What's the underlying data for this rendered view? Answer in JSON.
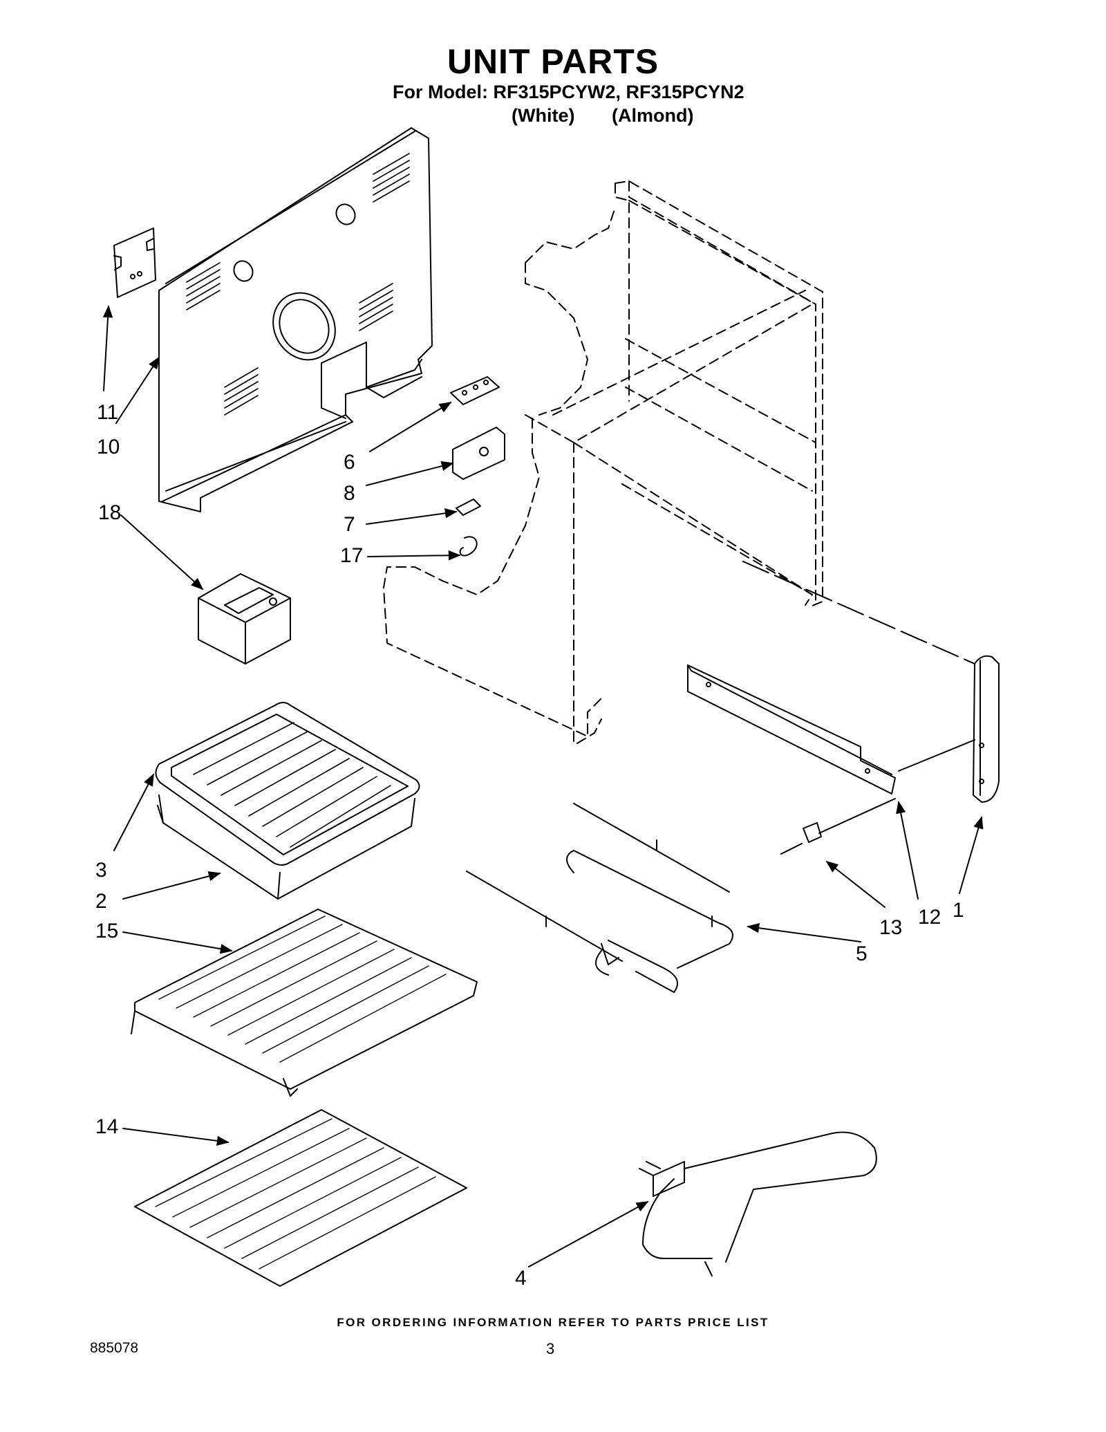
{
  "header": {
    "title": "UNIT PARTS",
    "model_line": "For Model: RF315PCYW2, RF315PCYN2",
    "color_white": "(White)",
    "color_almond": "(Almond)"
  },
  "callouts": {
    "c1": "1",
    "c2": "2",
    "c3": "3",
    "c4": "4",
    "c5": "5",
    "c6": "6",
    "c7": "7",
    "c8": "8",
    "c10": "10",
    "c11": "11",
    "c12": "12",
    "c13": "13",
    "c14": "14",
    "c15": "15",
    "c17": "17",
    "c18": "18"
  },
  "footer": {
    "note": "FOR ORDERING INFORMATION REFER TO PARTS PRICE LIST",
    "doc_number": "885078",
    "page_number": "3"
  }
}
